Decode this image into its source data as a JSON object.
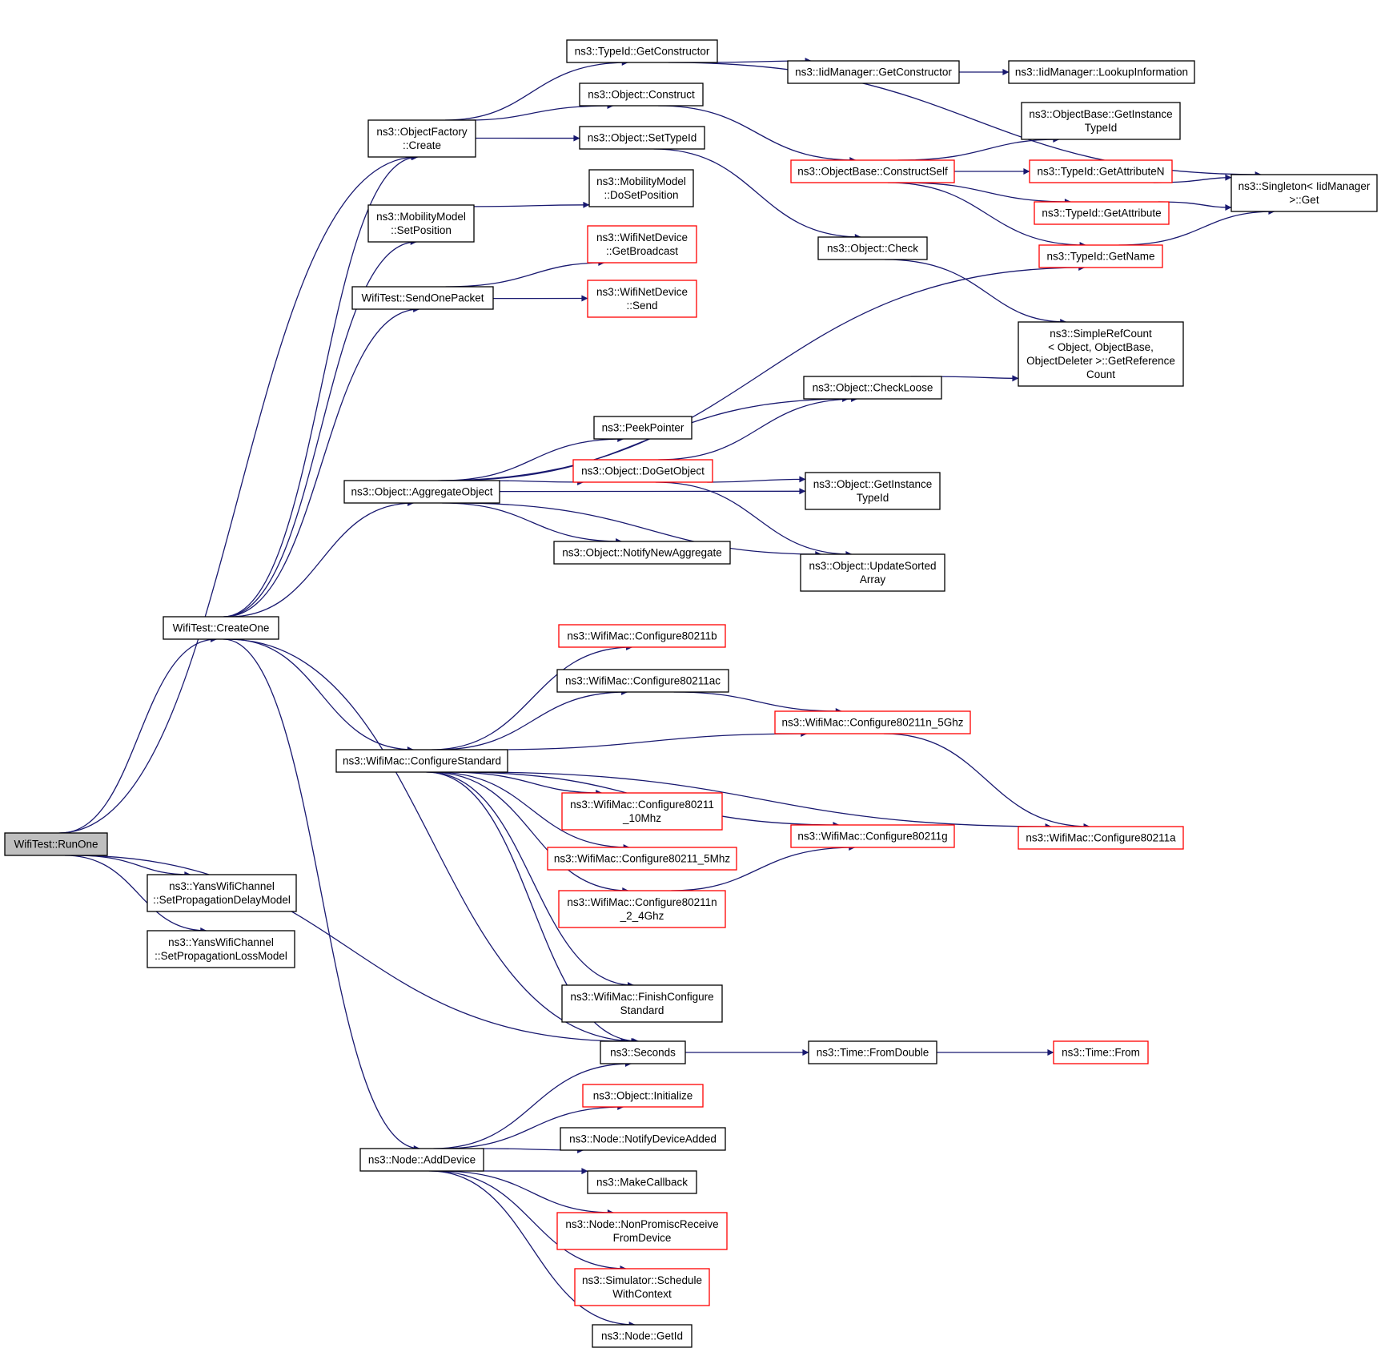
{
  "colors": {
    "edge": "#191970",
    "node_border_default": "#000000",
    "node_border_truncated": "#ff0000",
    "node_fill_default": "#ffffff",
    "node_fill_root": "#bfbfbf"
  },
  "nodes": [
    {
      "id": "runone",
      "lines": [
        "WifiTest::RunOne"
      ],
      "style": "root"
    },
    {
      "id": "createone",
      "lines": [
        "WifiTest::CreateOne"
      ],
      "style": "normal"
    },
    {
      "id": "delaymodel",
      "lines": [
        "ns3::YansWifiChannel",
        "::SetPropagationDelayModel"
      ],
      "style": "normal"
    },
    {
      "id": "lossmodel",
      "lines": [
        "ns3::YansWifiChannel",
        "::SetPropagationLossModel"
      ],
      "style": "normal"
    },
    {
      "id": "ofcreate",
      "lines": [
        "ns3::ObjectFactory",
        "::Create"
      ],
      "style": "normal"
    },
    {
      "id": "mmsetpos",
      "lines": [
        "ns3::MobilityModel",
        "::SetPosition"
      ],
      "style": "normal"
    },
    {
      "id": "sendonepacket",
      "lines": [
        "WifiTest::SendOnePacket"
      ],
      "style": "normal"
    },
    {
      "id": "aggregate",
      "lines": [
        "ns3::Object::AggregateObject"
      ],
      "style": "normal"
    },
    {
      "id": "configstd",
      "lines": [
        "ns3::WifiMac::ConfigureStandard"
      ],
      "style": "normal"
    },
    {
      "id": "adddevice",
      "lines": [
        "ns3::Node::AddDevice"
      ],
      "style": "normal"
    },
    {
      "id": "getconstructor",
      "lines": [
        "ns3::TypeId::GetConstructor"
      ],
      "style": "normal"
    },
    {
      "id": "construct",
      "lines": [
        "ns3::Object::Construct"
      ],
      "style": "normal"
    },
    {
      "id": "settypeid",
      "lines": [
        "ns3::Object::SetTypeId"
      ],
      "style": "normal"
    },
    {
      "id": "dosetpos",
      "lines": [
        "ns3::MobilityModel",
        "::DoSetPosition"
      ],
      "style": "normal"
    },
    {
      "id": "getbroadcast",
      "lines": [
        "ns3::WifiNetDevice",
        "::GetBroadcast"
      ],
      "style": "truncated"
    },
    {
      "id": "wndsend",
      "lines": [
        "ns3::WifiNetDevice",
        "::Send"
      ],
      "style": "truncated"
    },
    {
      "id": "peekpointer",
      "lines": [
        "ns3::PeekPointer"
      ],
      "style": "normal"
    },
    {
      "id": "dogetobject",
      "lines": [
        "ns3::Object::DoGetObject"
      ],
      "style": "truncated"
    },
    {
      "id": "notifyagg",
      "lines": [
        "ns3::Object::NotifyNewAggregate"
      ],
      "style": "normal"
    },
    {
      "id": "cfg11b",
      "lines": [
        "ns3::WifiMac::Configure80211b"
      ],
      "style": "truncated"
    },
    {
      "id": "cfg11ac",
      "lines": [
        "ns3::WifiMac::Configure80211ac"
      ],
      "style": "normal"
    },
    {
      "id": "cfg10mhz",
      "lines": [
        "ns3::WifiMac::Configure80211",
        "_10Mhz"
      ],
      "style": "truncated"
    },
    {
      "id": "cfg5mhz",
      "lines": [
        "ns3::WifiMac::Configure80211_5Mhz"
      ],
      "style": "truncated"
    },
    {
      "id": "cfg11n24",
      "lines": [
        "ns3::WifiMac::Configure80211n",
        "_2_4Ghz"
      ],
      "style": "truncated"
    },
    {
      "id": "finishcfg",
      "lines": [
        "ns3::WifiMac::FinishConfigure",
        "Standard"
      ],
      "style": "normal"
    },
    {
      "id": "seconds",
      "lines": [
        "ns3::Seconds"
      ],
      "style": "normal"
    },
    {
      "id": "initialize",
      "lines": [
        "ns3::Object::Initialize"
      ],
      "style": "truncated"
    },
    {
      "id": "notifydevadded",
      "lines": [
        "ns3::Node::NotifyDeviceAdded"
      ],
      "style": "normal"
    },
    {
      "id": "makecallback",
      "lines": [
        "ns3::MakeCallback"
      ],
      "style": "normal"
    },
    {
      "id": "nonpromisc",
      "lines": [
        "ns3::Node::NonPromiscReceive",
        "FromDevice"
      ],
      "style": "truncated"
    },
    {
      "id": "schedctx",
      "lines": [
        "ns3::Simulator::Schedule",
        "WithContext"
      ],
      "style": "truncated"
    },
    {
      "id": "getid",
      "lines": [
        "ns3::Node::GetId"
      ],
      "style": "normal"
    },
    {
      "id": "iidgetctor",
      "lines": [
        "ns3::IidManager::GetConstructor"
      ],
      "style": "normal"
    },
    {
      "id": "constructself",
      "lines": [
        "ns3::ObjectBase::ConstructSelf"
      ],
      "style": "truncated"
    },
    {
      "id": "objcheck",
      "lines": [
        "ns3::Object::Check"
      ],
      "style": "normal"
    },
    {
      "id": "checkloose",
      "lines": [
        "ns3::Object::CheckLoose"
      ],
      "style": "normal"
    },
    {
      "id": "objgetinsttid",
      "lines": [
        "ns3::Object::GetInstance",
        "TypeId"
      ],
      "style": "normal"
    },
    {
      "id": "updatesorted",
      "lines": [
        "ns3::Object::UpdateSorted",
        "Array"
      ],
      "style": "normal"
    },
    {
      "id": "cfg11n5",
      "lines": [
        "ns3::WifiMac::Configure80211n_5Ghz"
      ],
      "style": "truncated"
    },
    {
      "id": "cfg11g",
      "lines": [
        "ns3::WifiMac::Configure80211g"
      ],
      "style": "truncated"
    },
    {
      "id": "fromdouble",
      "lines": [
        "ns3::Time::FromDouble"
      ],
      "style": "normal"
    },
    {
      "id": "iidlookup",
      "lines": [
        "ns3::IidManager::LookupInformation"
      ],
      "style": "normal"
    },
    {
      "id": "obgetinsttid",
      "lines": [
        "ns3::ObjectBase::GetInstance",
        "TypeId"
      ],
      "style": "normal"
    },
    {
      "id": "getattrn",
      "lines": [
        "ns3::TypeId::GetAttributeN"
      ],
      "style": "truncated"
    },
    {
      "id": "getattr",
      "lines": [
        "ns3::TypeId::GetAttribute"
      ],
      "style": "truncated"
    },
    {
      "id": "getname",
      "lines": [
        "ns3::TypeId::GetName"
      ],
      "style": "truncated"
    },
    {
      "id": "simplerefcount",
      "lines": [
        "ns3::SimpleRefCount",
        "< Object, ObjectBase,",
        "ObjectDeleter >::GetReference",
        "Count"
      ],
      "style": "normal"
    },
    {
      "id": "cfg11a",
      "lines": [
        "ns3::WifiMac::Configure80211a"
      ],
      "style": "truncated"
    },
    {
      "id": "timefrom",
      "lines": [
        "ns3::Time::From"
      ],
      "style": "truncated"
    },
    {
      "id": "singleton",
      "lines": [
        "ns3::Singleton< IidManager",
        ">::Get"
      ],
      "style": "normal"
    }
  ],
  "edges": [
    [
      "runone",
      "createone"
    ],
    [
      "runone",
      "delaymodel"
    ],
    [
      "runone",
      "lossmodel"
    ],
    [
      "runone",
      "ofcreate"
    ],
    [
      "runone",
      "seconds"
    ],
    [
      "createone",
      "ofcreate"
    ],
    [
      "createone",
      "mmsetpos"
    ],
    [
      "createone",
      "sendonepacket"
    ],
    [
      "createone",
      "aggregate"
    ],
    [
      "createone",
      "configstd"
    ],
    [
      "createone",
      "adddevice"
    ],
    [
      "createone",
      "seconds"
    ],
    [
      "ofcreate",
      "getconstructor"
    ],
    [
      "ofcreate",
      "construct"
    ],
    [
      "ofcreate",
      "settypeid"
    ],
    [
      "mmsetpos",
      "dosetpos"
    ],
    [
      "sendonepacket",
      "getbroadcast"
    ],
    [
      "sendonepacket",
      "wndsend"
    ],
    [
      "aggregate",
      "getname"
    ],
    [
      "aggregate",
      "checkloose"
    ],
    [
      "aggregate",
      "peekpointer"
    ],
    [
      "aggregate",
      "dogetobject"
    ],
    [
      "aggregate",
      "objgetinsttid"
    ],
    [
      "aggregate",
      "notifyagg"
    ],
    [
      "aggregate",
      "updatesorted"
    ],
    [
      "configstd",
      "cfg11b"
    ],
    [
      "configstd",
      "cfg11ac"
    ],
    [
      "configstd",
      "cfg11n5"
    ],
    [
      "configstd",
      "cfg11g"
    ],
    [
      "configstd",
      "cfg10mhz"
    ],
    [
      "configstd",
      "cfg5mhz"
    ],
    [
      "configstd",
      "cfg11n24"
    ],
    [
      "configstd",
      "cfg11a"
    ],
    [
      "configstd",
      "finishcfg"
    ],
    [
      "configstd",
      "seconds"
    ],
    [
      "adddevice",
      "seconds"
    ],
    [
      "adddevice",
      "initialize"
    ],
    [
      "adddevice",
      "notifydevadded"
    ],
    [
      "adddevice",
      "makecallback"
    ],
    [
      "adddevice",
      "nonpromisc"
    ],
    [
      "adddevice",
      "schedctx"
    ],
    [
      "adddevice",
      "getid"
    ],
    [
      "getconstructor",
      "iidgetctor"
    ],
    [
      "getconstructor",
      "singleton"
    ],
    [
      "iidgetctor",
      "iidlookup"
    ],
    [
      "construct",
      "constructself"
    ],
    [
      "settypeid",
      "objcheck"
    ],
    [
      "constructself",
      "obgetinsttid"
    ],
    [
      "constructself",
      "getattrn"
    ],
    [
      "constructself",
      "getattr"
    ],
    [
      "constructself",
      "getname"
    ],
    [
      "getattrn",
      "singleton"
    ],
    [
      "getattr",
      "singleton"
    ],
    [
      "getname",
      "singleton"
    ],
    [
      "objcheck",
      "simplerefcount"
    ],
    [
      "checkloose",
      "simplerefcount"
    ],
    [
      "dogetobject",
      "checkloose"
    ],
    [
      "dogetobject",
      "objgetinsttid"
    ],
    [
      "dogetobject",
      "updatesorted"
    ],
    [
      "cfg11ac",
      "cfg11n5"
    ],
    [
      "cfg11n5",
      "cfg11a"
    ],
    [
      "cfg11n24",
      "cfg11g"
    ],
    [
      "seconds",
      "fromdouble"
    ],
    [
      "fromdouble",
      "timefrom"
    ]
  ]
}
